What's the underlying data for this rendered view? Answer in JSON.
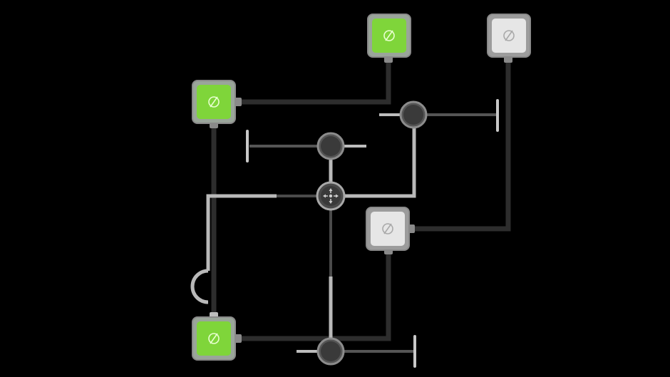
{
  "game": {
    "lamps": [
      {
        "id": "lamp-top-center",
        "state": "lit"
      },
      {
        "id": "lamp-top-right",
        "state": "unlit"
      },
      {
        "id": "lamp-upper-left",
        "state": "lit"
      },
      {
        "id": "lamp-middle-right",
        "state": "unlit"
      },
      {
        "id": "lamp-bottom-left",
        "state": "lit"
      }
    ],
    "nodes": [
      {
        "id": "junction-upper-right"
      },
      {
        "id": "junction-upper-center"
      },
      {
        "id": "power-source-center"
      },
      {
        "id": "junction-bottom-center"
      }
    ],
    "colors": {
      "background": "#000000",
      "lit": "#7fd53a",
      "unlit": "#e6e6e6",
      "powered_wire": "#b9b9b9",
      "unpowered_wire": "#2d2d2d"
    },
    "icons": {
      "lamp": "bulb-icon",
      "source": "power-source-icon"
    }
  }
}
